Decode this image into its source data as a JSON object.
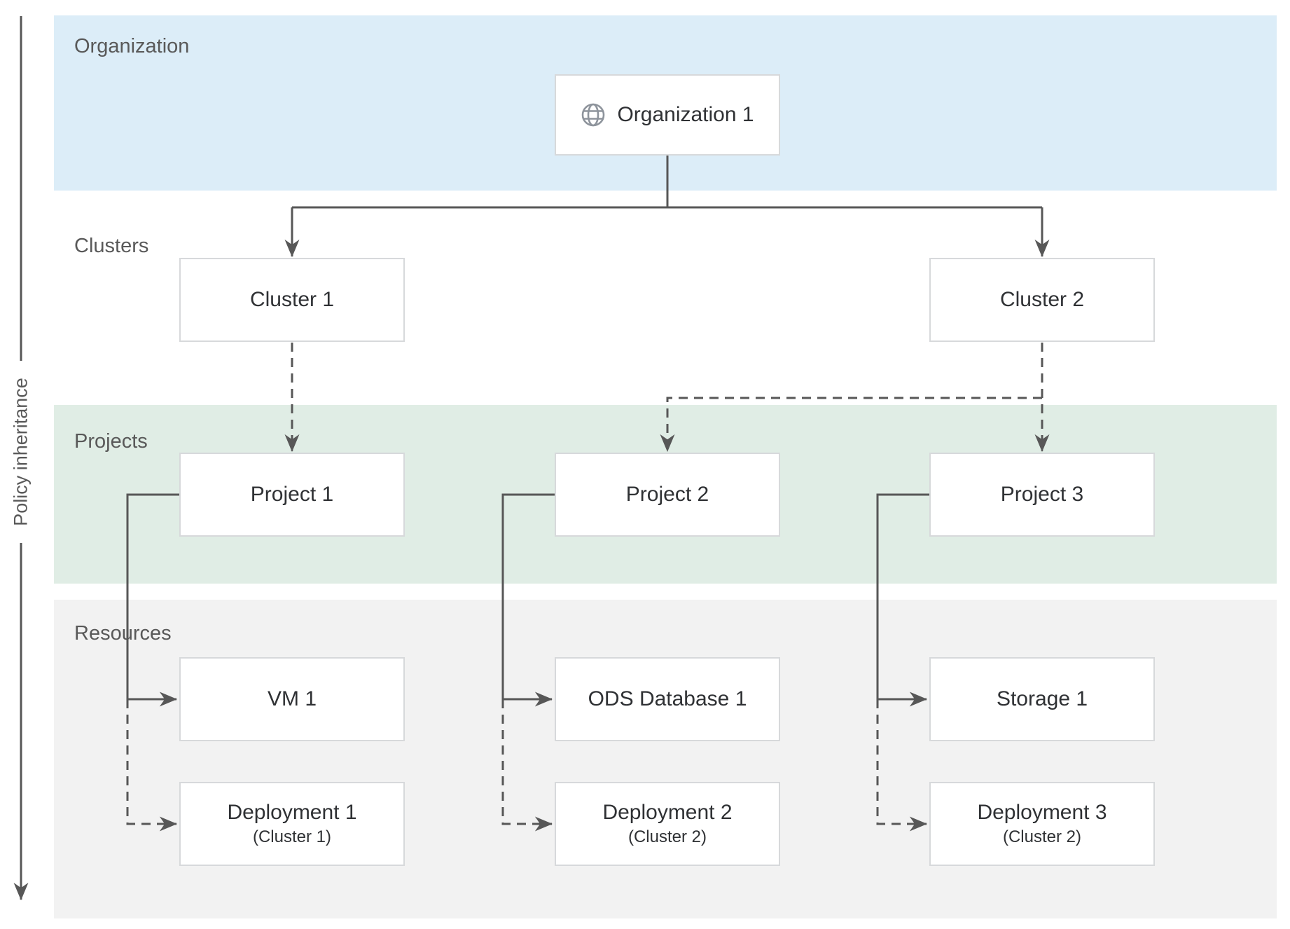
{
  "colors": {
    "band_organization": "#dcedf8",
    "band_projects": "#e0ede5",
    "band_resources": "#f2f2f2",
    "connector": "#575757",
    "node_border": "#d7d9db",
    "node_bg": "#ffffff",
    "node_text": "#2f3134",
    "band_label_text": "#595959",
    "globe_icon": "#8e949c"
  },
  "axis": {
    "label": "Policy inheritance"
  },
  "bands": {
    "organization": {
      "label": "Organization"
    },
    "clusters": {
      "label": "Clusters"
    },
    "projects": {
      "label": "Projects"
    },
    "resources": {
      "label": "Resources"
    }
  },
  "nodes": {
    "organization1": {
      "label": "Organization 1",
      "icon": "globe-icon"
    },
    "cluster1": {
      "label": "Cluster 1"
    },
    "cluster2": {
      "label": "Cluster 2"
    },
    "project1": {
      "label": "Project 1"
    },
    "project2": {
      "label": "Project 2"
    },
    "project3": {
      "label": "Project 3"
    },
    "vm1": {
      "label": "VM 1"
    },
    "ods_database1": {
      "label": "ODS Database 1"
    },
    "storage1": {
      "label": "Storage 1"
    },
    "deployment1": {
      "label": "Deployment 1",
      "sublabel": "(Cluster 1)"
    },
    "deployment2": {
      "label": "Deployment 2",
      "sublabel": "(Cluster 2)"
    },
    "deployment3": {
      "label": "Deployment 3",
      "sublabel": "(Cluster 2)"
    }
  },
  "edges": [
    {
      "from": "organization1",
      "to": "cluster1",
      "style": "solid"
    },
    {
      "from": "organization1",
      "to": "cluster2",
      "style": "solid"
    },
    {
      "from": "cluster1",
      "to": "project1",
      "style": "dashed"
    },
    {
      "from": "cluster2",
      "to": "project2",
      "style": "dashed"
    },
    {
      "from": "cluster2",
      "to": "project3",
      "style": "dashed"
    },
    {
      "from": "project1",
      "to": "vm1",
      "style": "solid"
    },
    {
      "from": "project1",
      "to": "deployment1",
      "style": "dashed"
    },
    {
      "from": "project2",
      "to": "ods_database1",
      "style": "solid"
    },
    {
      "from": "project2",
      "to": "deployment2",
      "style": "dashed"
    },
    {
      "from": "project3",
      "to": "storage1",
      "style": "solid"
    },
    {
      "from": "project3",
      "to": "deployment3",
      "style": "dashed"
    }
  ]
}
